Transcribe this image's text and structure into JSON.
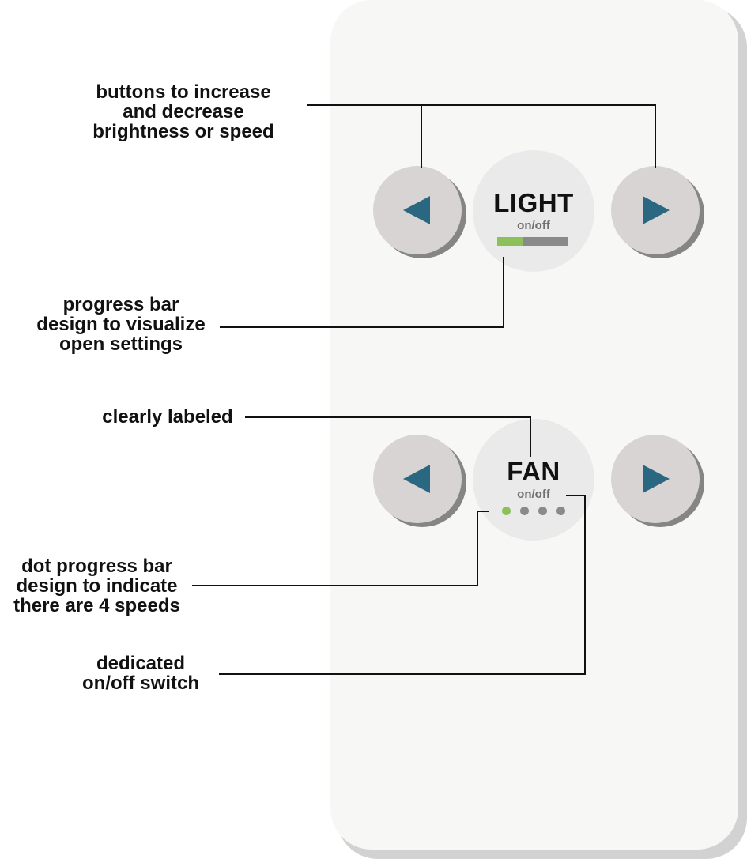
{
  "panel": {
    "light": {
      "title": "LIGHT",
      "switch_label": "on/off",
      "level_fraction": 0.36,
      "decrease_icon": "triangle-left-icon",
      "increase_icon": "triangle-right-icon"
    },
    "fan": {
      "title": "FAN",
      "switch_label": "on/off",
      "speeds_total": 4,
      "speeds_active": 1,
      "decrease_icon": "triangle-left-icon",
      "increase_icon": "triangle-right-icon"
    }
  },
  "annotations": {
    "buttons": "buttons to increase\nand decrease\nbrightness or speed",
    "progress_bar": "progress bar\ndesign to visualize\nopen settings",
    "labeled": "clearly labeled",
    "dot_bar": "dot progress bar\ndesign to indicate\nthere are 4 speeds",
    "switch": "dedicated\non/off switch"
  },
  "colors": {
    "arrow": "#2a6781",
    "progress_active": "#8cc15a",
    "progress_inactive": "#8a8a8a",
    "button_face": "#d8d4d3",
    "center_face": "#eaeaea",
    "panel": "#f7f7f6"
  }
}
